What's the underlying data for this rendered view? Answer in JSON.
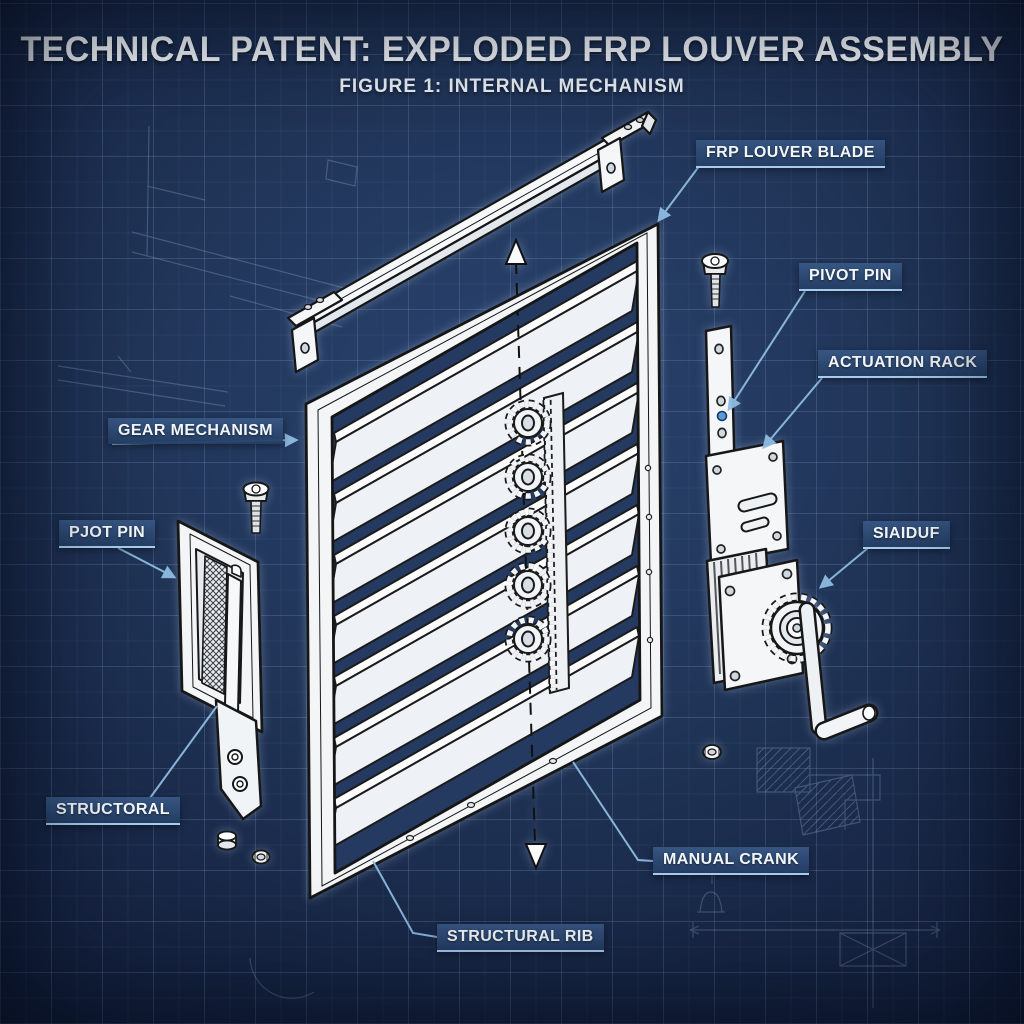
{
  "header": {
    "title": "TECHNICAL PATENT: EXPLODED FRP LOUVER ASSEMBLY",
    "subtitle": "FIGURE 1: INTERNAL MECHANISM"
  },
  "labels": [
    {
      "id": "frp-louver-blade",
      "text": "FRP LOUVER BLADE"
    },
    {
      "id": "pivot-pin",
      "text": "PIVOT PIN"
    },
    {
      "id": "actuation-rack",
      "text": "ACTUATION RACK"
    },
    {
      "id": "gear-mechanism",
      "text": "GEAR MECHANISM"
    },
    {
      "id": "pivot-pin-left",
      "text": "PJOT PIN"
    },
    {
      "id": "gear-hub",
      "text": "SIAIDUF"
    },
    {
      "id": "structural",
      "text": "STRUCTORAL"
    },
    {
      "id": "manual-crank",
      "text": "MANUAL CRANK"
    },
    {
      "id": "structural-rib",
      "text": "STRUCTURAL RIB"
    }
  ],
  "colors": {
    "background": "#1c2e51",
    "grid_line": "#8caad2",
    "line_art": "#171717",
    "part_fill": "#f3f5f7",
    "label_background": "#2c4a74",
    "label_underline": "#a6cbec",
    "leader_line": "#8fbce2",
    "pivot_pin_accent": "#5b9bd5",
    "text": "#f2f6fa"
  }
}
